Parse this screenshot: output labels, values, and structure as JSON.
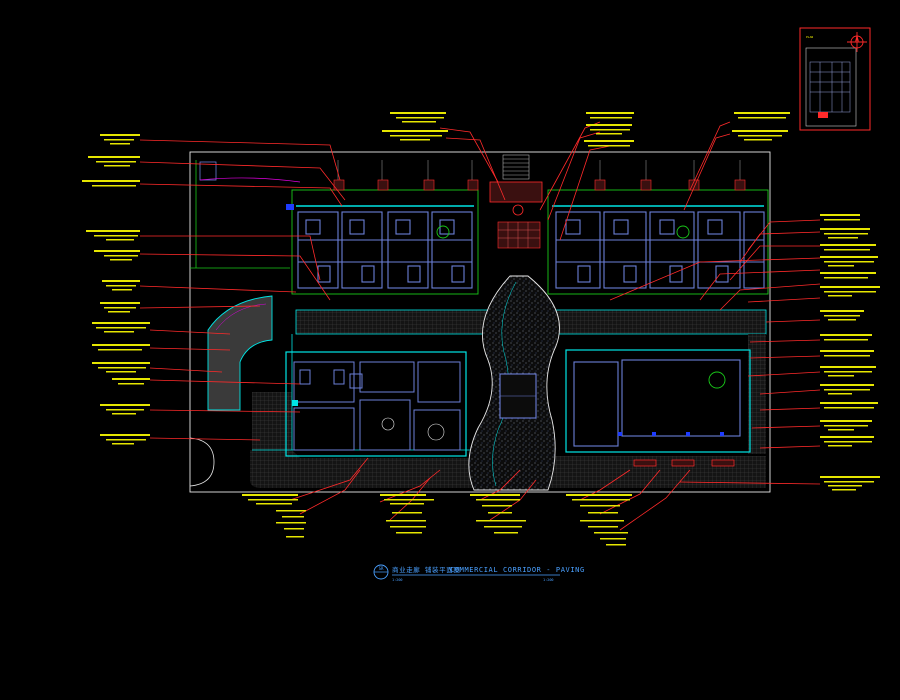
{
  "drawing": {
    "title_cn": "商业走廊 铺装平面图",
    "title_en": "COMMERCIAL CORRIDOR - PAVING",
    "scale": "1:200",
    "room_label": "SR"
  },
  "colors": {
    "background": "#000000",
    "annotation": "#e6e600",
    "leader": "#ff2a2a",
    "boundary": "#ffffff",
    "walls": "#6b7fd8",
    "cyan": "#00e5e5",
    "green": "#19c819",
    "magenta": "#e000e0"
  },
  "icons": {
    "north_arrow": "compass-icon",
    "section_marker": "section-marker-icon"
  }
}
